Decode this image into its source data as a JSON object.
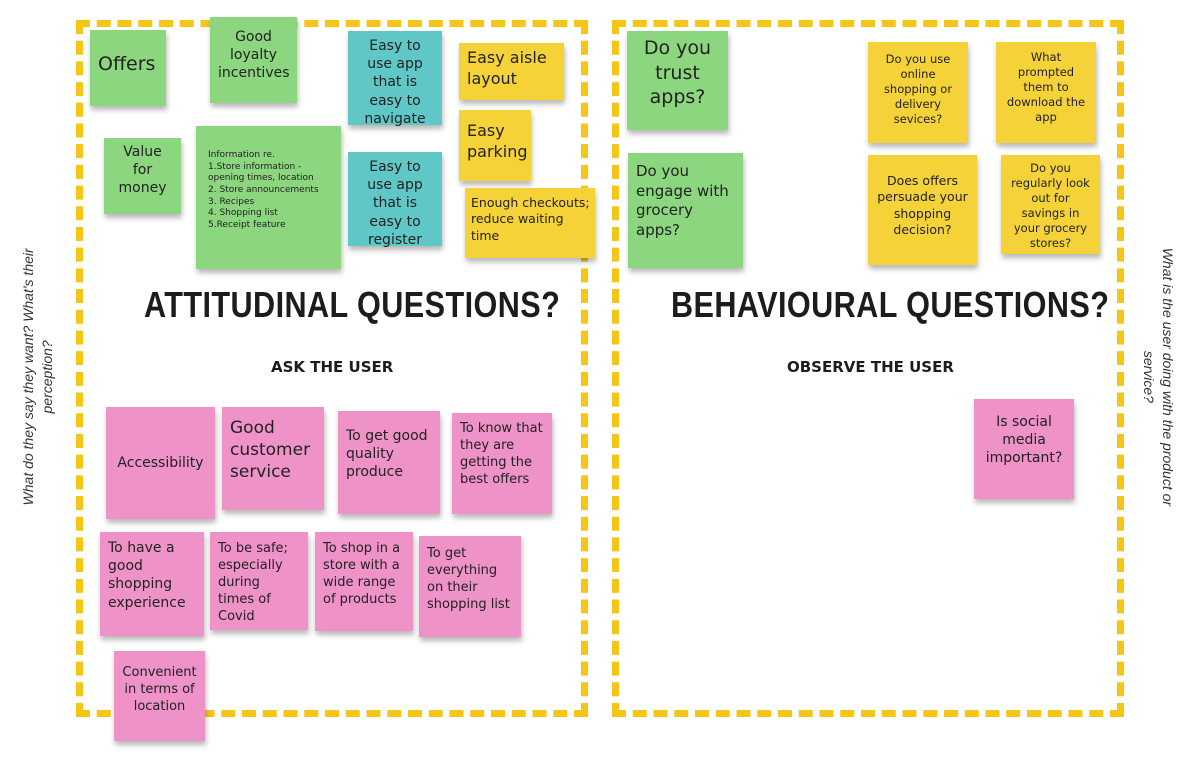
{
  "attitudinal": {
    "heading": "ATTITUDINAL QUESTIONS?",
    "subheading": "ASK THE USER",
    "side_label": "What do they say they want? What's their perception?",
    "notes_top": {
      "offers": "Offers",
      "loyalty": "Good loyalty incentives",
      "value": "Value for money",
      "info": "Information re.\n1.Store information - opening times, location\n2. Store announcements\n3. Recipes\n4. Shopping list\n5.Receipt feature",
      "easy_navigate": "Easy to use app that is easy to navigate",
      "easy_register": "Easy to use app that is easy to register",
      "aisle": "Easy aisle layout",
      "parking": "Easy parking",
      "checkouts": "Enough checkouts; reduce waiting time"
    },
    "notes_bottom": {
      "accessibility": "Accessibility",
      "customer_service": "Good customer service",
      "quality": "To get good quality produce",
      "best_offers": "To know that they are getting the best offers",
      "experience": "To have a good shopping experience",
      "safe": "To be safe; especially during times of Covid",
      "range": "To shop in a store with a wide range of products",
      "everything": "To get everything on their shopping list",
      "convenient": "Convenient in terms of location"
    }
  },
  "behavioural": {
    "heading": "BEHAVIOURAL QUESTIONS?",
    "subheading": "OBSERVE THE USER",
    "side_label": "What is the user doing with the product or service?",
    "notes": {
      "trust": "Do you trust apps?",
      "engage": "Do you engage with grocery apps?",
      "online": "Do you use online shopping or delivery sevices?",
      "prompted": "What prompted them to download the app",
      "persuade": "Does offers persuade your shopping decision?",
      "savings": "Do you regularly look out for savings in your grocery stores?",
      "social": "Is social media important?"
    }
  },
  "colors": {
    "border": "#f5c518",
    "green": "#8bd67f",
    "teal": "#5fc8c6",
    "yellow": "#f5d338",
    "pink": "#ee92c8"
  }
}
